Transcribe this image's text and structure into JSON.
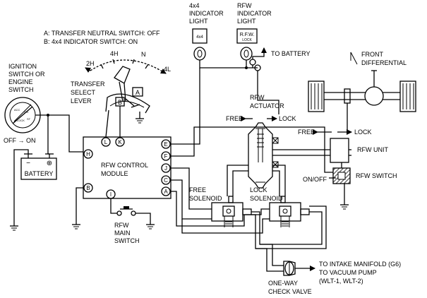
{
  "legend": {
    "line_a": "A: TRANSFER NEUTRAL SWITCH: OFF",
    "line_b": "B: 4x4 INDICATOR SWITCH: ON"
  },
  "indicator_4x4": {
    "line1": "4x4",
    "line2": "INDICATOR",
    "line3": "LIGHT",
    "icon_text": "4x4"
  },
  "indicator_rfw": {
    "line1": "RFW",
    "line2": "INDICATOR",
    "line3": "LIGHT",
    "icon_text": "R.F.W.",
    "icon_subtext": "LOCK"
  },
  "battery_arrow": "TO BATTERY",
  "front_differential": {
    "line1": "FRONT",
    "line2": "DIFFERENTIAL"
  },
  "ignition": {
    "line1": "IGNITION",
    "line2": "SWITCH OR",
    "line3": "ENGINE",
    "line4": "SWITCH"
  },
  "shift_positions": {
    "p2h": "2H",
    "p4h": "4H",
    "pn": "N",
    "p4l": "4L"
  },
  "transfer_lever": {
    "line1": "TRANSFER",
    "line2": "SELECT",
    "line3": "LEVER",
    "mark_a": "A",
    "mark_b": "B"
  },
  "lever_pins": {
    "left": "L",
    "right": "K"
  },
  "off_on": "OFF → ON",
  "battery": {
    "label": "BATTERY",
    "neg": "−",
    "pos": "⊕"
  },
  "module": {
    "line1": "RFW CONTROL",
    "line2": "MODULE",
    "pins": {
      "e": "E",
      "f": "F",
      "j": "J",
      "c": "C",
      "a": "A",
      "h": "H",
      "b": "B",
      "i": "I"
    }
  },
  "rfw_actuator": {
    "line1": "RFW",
    "line2": "ACTUATOR"
  },
  "actuator_free": "FREE",
  "actuator_lock": "LOCK",
  "unit_free": "FREE",
  "unit_lock": "LOCK",
  "rfw_unit": "RFW UNIT",
  "rfw_switch": "RFW SWITCH",
  "on_off": "ON/OFF",
  "free_solenoid": {
    "line1": "FREE",
    "line2": "SOLENOID"
  },
  "lock_solenoid": {
    "line1": "LOCK",
    "line2": "SOLENOID"
  },
  "rfw_main_switch": {
    "line1": "RFW",
    "line2": "MAIN",
    "line3": "SWITCH"
  },
  "check_valve": {
    "line1": "ONE-WAY",
    "line2": "CHECK VALVE"
  },
  "vacuum": {
    "line1": "TO INTAKE MANIFOLD (G6)",
    "line2": "TO VACUUM PUMP",
    "line3": "(WLT-1, WLT-2)"
  }
}
